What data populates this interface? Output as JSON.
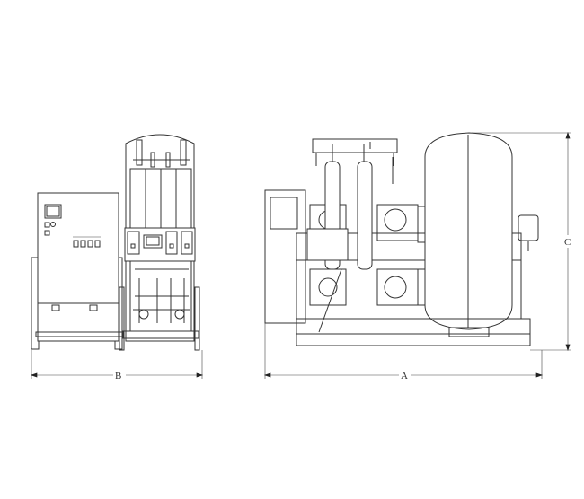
{
  "drawing": {
    "dimensions": {
      "width_front": "B",
      "length_side": "A",
      "height": "C"
    }
  }
}
